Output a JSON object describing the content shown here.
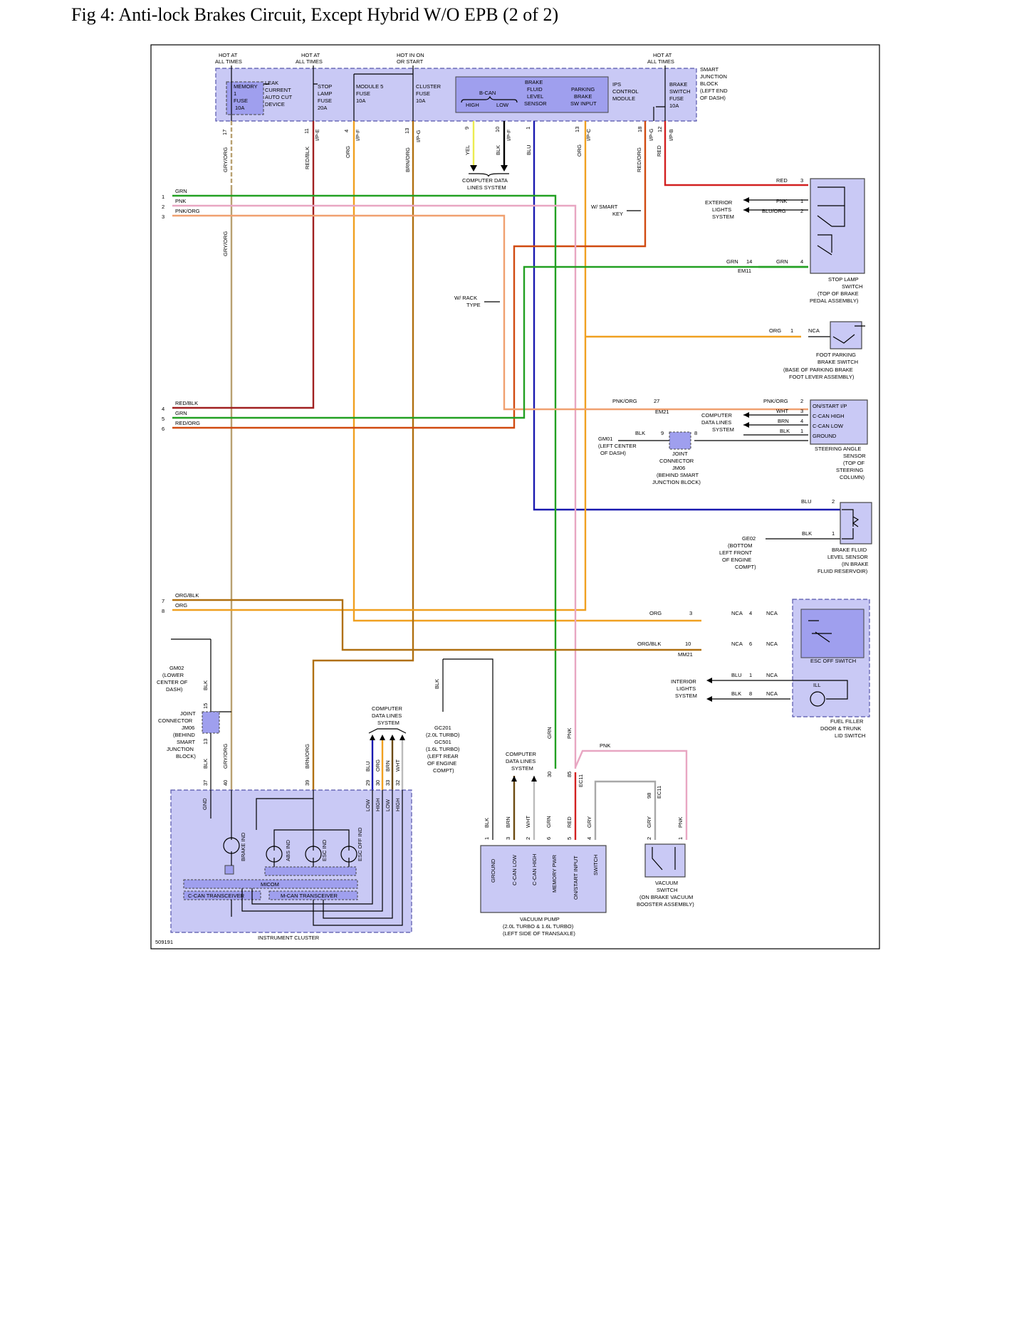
{
  "title": "Fig 4: Anti-lock Brakes Circuit, Except Hybrid W/O EPB (2 of 2)",
  "figure_id": "509191",
  "colors": {
    "GRN": "#22a022",
    "PNK": "#e8a6c2",
    "PNK_ORG": "#f0a070",
    "ORG": "#f0a020",
    "RED": "#d22020",
    "RED_BLK": "#a02020",
    "RED_ORG": "#d04a10",
    "BRN_ORG": "#b07010",
    "GRY_ORG": "#b8a070",
    "BLU": "#1a1ab0",
    "YEL": "#ecec50",
    "BLK": "#000000",
    "BRN": "#6b4a10",
    "WHT": "#bbbbbb",
    "GRY": "#a8a8a8",
    "box_fill": "#c9c9f5"
  },
  "labels": {
    "hot_all_1": "HOT AT",
    "hot_all_2": "ALL TIMES",
    "hot_on_1": "HOT IN ON",
    "hot_on_2": "OR START",
    "sjb_1": "SMART",
    "sjb_2": "JUNCTION",
    "sjb_3": "BLOCK",
    "sjb_4": "(LEFT END",
    "sjb_5": "OF DASH)",
    "memory": "MEMORY",
    "one": "1",
    "fuse": "FUSE",
    "a10": "10A",
    "a20": "20A",
    "leak_1": "LEAK",
    "leak_2": "CURRENT",
    "leak_3": "AUTO CUT",
    "leak_4": "DEVICE",
    "stop": "STOP",
    "lamp": "LAMP",
    "module5": "MODULE 5",
    "cluster": "CLUSTER",
    "bcan": "B-CAN",
    "high_u": "HIGH",
    "low_u": "LOW",
    "bfls_1": "BRAKE",
    "bfls_2": "FLUID",
    "bfls_3": "LEVEL",
    "bfls_4": "SENSOR",
    "pbsw_1": "PARKING",
    "pbsw_2": "BRAKE",
    "pbsw_3": "SW INPUT",
    "ips_1": "IPS",
    "ips_2": "CONTROL",
    "ips_3": "MODULE",
    "bsw_1": "BRAKE",
    "bsw_2": "SWITCH",
    "n17": "17",
    "n11": "11",
    "n4": "4",
    "n13": "13",
    "n9": "9",
    "n10": "10",
    "n1": "1",
    "n18": "18",
    "n12": "12",
    "n2": "2",
    "n3": "3",
    "n5": "5",
    "n6": "6",
    "n7": "7",
    "n8": "8",
    "n14": "14",
    "n27": "27",
    "n15": "15",
    "n29": "29",
    "n30": "30",
    "n33": "33",
    "n32": "32",
    "n37": "37",
    "n40": "40",
    "n39": "39",
    "n85": "85",
    "n98": "98",
    "ipe": "I/P-E",
    "ipf": "I/P-F",
    "ipg": "I/P-G",
    "ipc": "I/P-C",
    "ipb": "I/P-B",
    "GRN": "GRN",
    "PNK": "PNK",
    "PNK_ORG": "PNK/ORG",
    "ORG": "ORG",
    "RED": "RED",
    "RED_BLK": "RED/BLK",
    "RED_ORG": "RED/ORG",
    "BRN_ORG": "BRN/ORG",
    "GRY_ORG": "GRY/ORG",
    "BLU": "BLU",
    "YEL": "YEL",
    "BLK": "BLK",
    "BRN": "BRN",
    "WHT": "WHT",
    "GRY": "GRY",
    "ORG_BLK": "ORG/BLK",
    "BLU_ORG": "BLU/ORG",
    "NCA": "NCA",
    "cdls_1": "COMPUTER DATA",
    "cdls_2": "LINES SYSTEM",
    "smart_1": "W/ SMART",
    "smart_2": "KEY",
    "ext_1": "EXTERIOR",
    "ext_2": "LIGHTS",
    "ext_3": "SYSTEM",
    "em11": "EM11",
    "em21": "EM21",
    "mm21": "MM21",
    "ec11": "EC11",
    "sls_1": "STOP LAMP",
    "sls_2": "SWITCH",
    "sls_3": "(TOP OF BRAKE",
    "sls_4": "PEDAL ASSEMBLY)",
    "rack_1": "W/ RACK",
    "rack_2": "TYPE",
    "fpbs_1": "FOOT PARKING",
    "fpbs_2": "BRAKE SWITCH",
    "fpbs_3": "(BASE OF PARKING BRAKE",
    "fpbs_4": "FOOT LEVER ASSEMBLY)",
    "cd_1": "COMPUTER",
    "cd_2": "DATA LINES",
    "cd_3": "SYSTEM",
    "sas_p1": "ON/START I/P",
    "sas_p2": "C-CAN HIGH",
    "sas_p3": "C-CAN LOW",
    "sas_p4": "GROUND",
    "sas_1": "STEERING ANGLE",
    "sas_2": "SENSOR",
    "sas_3": "(TOP OF",
    "sas_4": "STEERING",
    "sas_5": "COLUMN)",
    "gm01_1": "GM01",
    "gm01_2": "(LEFT CENTER",
    "gm01_3": "OF DASH)",
    "jc_1": "JOINT",
    "jc_2": "CONNECTOR",
    "jc_3": "JM06",
    "jc_4": "(BEHIND SMART",
    "jc_5": "JUNCTION BLOCK)",
    "jcl_4": "(BEHIND",
    "jcl_5": "SMART",
    "jcl_6": "JUNCTION",
    "jcl_7": "BLOCK)",
    "ge02_1": "GE02",
    "ge02_2": "(BOTTOM",
    "ge02_3": "LEFT FRONT",
    "ge02_4": "OF ENGINE",
    "ge02_5": "COMPT)",
    "bfl_1": "BRAKE FLUID",
    "bfl_2": "LEVEL SENSOR",
    "bfl_3": "(IN BRAKE",
    "bfl_4": "FLUID RESERVOIR)",
    "esc_off": "ESC OFF SWITCH",
    "int_1": "INTERIOR",
    "int_2": "LIGHTS",
    "int_3": "SYSTEM",
    "ill": "ILL",
    "ffd_1": "FUEL FILLER",
    "ffd_2": "DOOR & TRUNK",
    "ffd_3": "LID SWITCH",
    "gm02_1": "GM02",
    "gm02_2": "(LOWER",
    "gm02_3": "CENTER OF",
    "gm02_4": "DASH)",
    "gc_1": "GC201",
    "gc_2": "(2.0L TURBO)",
    "gc_3": "GC501",
    "gc_4": "(1.6L TURBO)",
    "gc_5": "(LEFT REAR",
    "gc_6": "OF ENGINE",
    "gc_7": "COMPT)",
    "cdl_1": "COMPUTER",
    "cdl_2": "DATA LINES",
    "cdl_3": "SYSTEM",
    "ic_gnd": "GND",
    "ic_low": "LOW",
    "ic_high": "HIGH",
    "brake_ind": "BRAKE IND",
    "abs_ind": "ABS IND",
    "esc_ind": "ESC IND",
    "esc_off_ind": "ESC OFF IND",
    "micom": "MICOM",
    "ccan_tr": "C-CAN TRANSCEIVER",
    "mcan_tr": "M-CAN TRANSCEIVER",
    "ic": "INSTRUMENT CLUSTER",
    "vp_1": "GROUND",
    "vp_2": "C-CAN LOW",
    "vp_3": "C-CAN HIGH",
    "vp_4": "MEMORY PWR",
    "vp_5": "ON/START INPUT",
    "vp_6": "SWITCH",
    "vpump_1": "VACUUM PUMP",
    "vpump_2": "(2.0L TURBO & 1.6L TURBO)",
    "vpump_3": "(LEFT SIDE OF TRANSAXLE)",
    "vs_1": "VACUUM",
    "vs_2": "SWITCH",
    "vs_3": "(ON BRAKE VACUUM",
    "vs_4": "BOOSTER ASSEMBLY)"
  }
}
